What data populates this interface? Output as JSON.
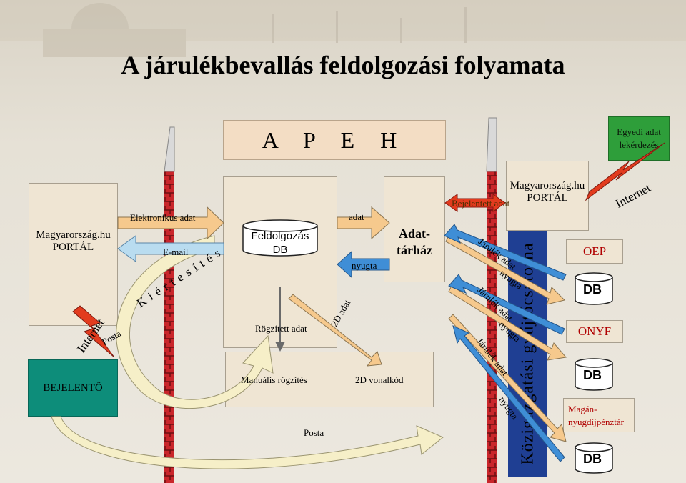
{
  "title": "A járulékbevallás feldolgozási folyamata",
  "apeh": "A P E H",
  "egyedi": "Egyedi adat lekérdezés",
  "portal_left": [
    "Magyarország.hu",
    "PORTÁL"
  ],
  "portal_right": [
    "Magyarország.hu",
    "PORTÁL"
  ],
  "feldolgozas": [
    "Feldolgozás",
    "DB"
  ],
  "adattarhaz": [
    "Adat-",
    "tárház"
  ],
  "bejelento": "BEJELENTŐ",
  "kozig": "Közigazgatási gyűjtőcsatorna",
  "labels": {
    "elektronikus": "Elektronikus adat",
    "email": "E-mail",
    "kiertesites": "K i é r t e s í t é s",
    "internet_left": "Internet",
    "posta_left": "Posta",
    "adat": "adat",
    "nyugta": "nyugta",
    "rogzitett": "Rögzített adat",
    "adat2d": "2D adat",
    "manualis": "Manuális rögzítés",
    "vonalkod": "2D vonalkód",
    "posta_bottom": "Posta",
    "bejelentett": "Bejelentett adat",
    "internet_right": "Internet",
    "jarulek1": "Járulék adat",
    "nyugta1": "nyugta",
    "jarulek2": "Járulék adat",
    "nyugta2": "nyugta",
    "jarulek3": "Járulék adat",
    "nyugta3": "nyugta"
  },
  "orgs": {
    "oep": "OEP",
    "onyf": "ONYF",
    "magan": [
      "Magán-",
      "nyugdíjpénztár"
    ],
    "db": "DB"
  },
  "colors": {
    "arrow_orange": "#f6c98d",
    "arrow_blue": "#b9dcf0",
    "arrow_blue_dark": "#3f8ed6",
    "firewall": "#c9262b",
    "kozig": "#1f3f93",
    "bejelento": "#0d8d7a",
    "egyedi": "#2e9e3a",
    "lightning": "#e23b1e"
  }
}
